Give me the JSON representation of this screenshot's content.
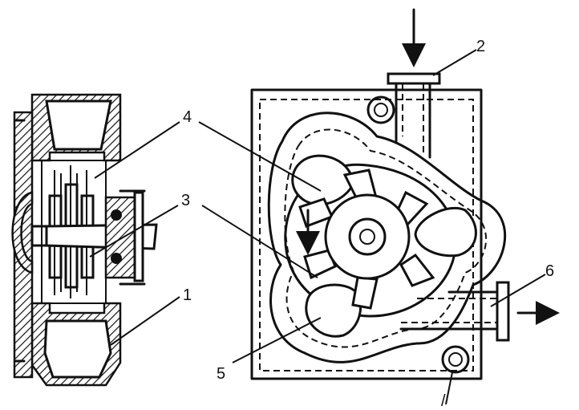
{
  "labels": {
    "l1": "1",
    "l2": "2",
    "l3": "3",
    "l4": "4",
    "l5": "5",
    "l6": "6",
    "l7": "/"
  },
  "colors": {
    "ink": "#111111",
    "paper": "#ffffff"
  }
}
